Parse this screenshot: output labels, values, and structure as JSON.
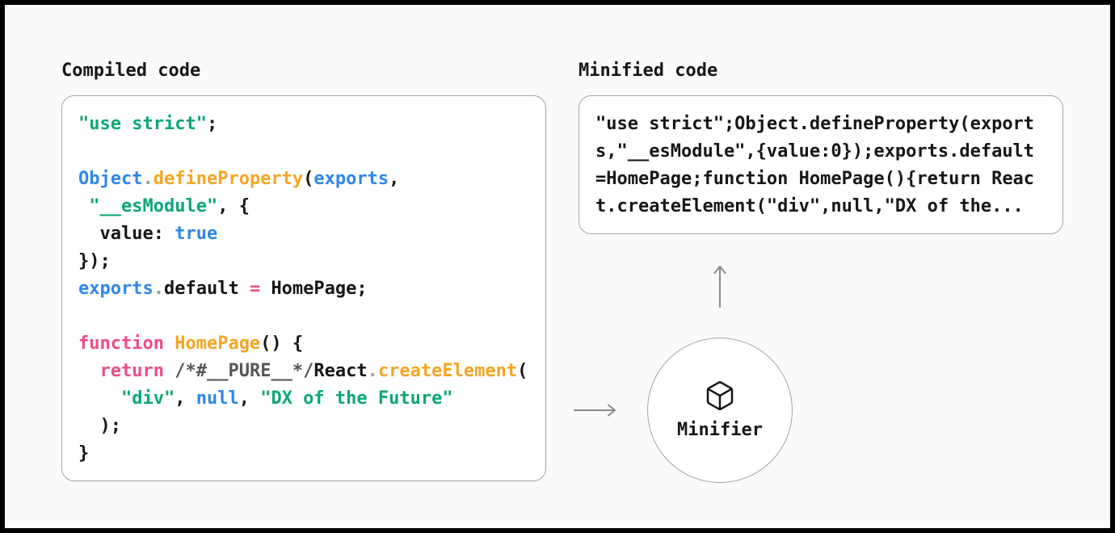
{
  "palette": {
    "background": "#fafafa",
    "frame": "#000000",
    "box_border": "#a3a3a3",
    "text": "#161616",
    "arrow": "#8a8a8a",
    "token_string": "#0ca678",
    "token_identifier": "#2f86eb",
    "token_function": "#f5a623",
    "token_keyword": "#ed4c84",
    "token_comment": "#565656",
    "token_dot": "#9e9e9e"
  },
  "left": {
    "label": "Compiled code",
    "code_lines": [
      {
        "tokens": [
          {
            "t": "\"use strict\"",
            "c": "string"
          },
          {
            "t": ";",
            "c": "plain"
          }
        ]
      },
      {
        "tokens": []
      },
      {
        "tokens": [
          {
            "t": "Object",
            "c": "blue"
          },
          {
            "t": ".",
            "c": "dot"
          },
          {
            "t": "defineProperty",
            "c": "orange"
          },
          {
            "t": "(",
            "c": "plain"
          },
          {
            "t": "exports",
            "c": "blue"
          },
          {
            "t": ",",
            "c": "plain"
          }
        ]
      },
      {
        "tokens": [
          {
            "t": " ",
            "c": "plain"
          },
          {
            "t": "\"__esModule\"",
            "c": "string"
          },
          {
            "t": ", {",
            "c": "plain"
          }
        ]
      },
      {
        "tokens": [
          {
            "t": "  value: ",
            "c": "plain"
          },
          {
            "t": "true",
            "c": "blue"
          }
        ]
      },
      {
        "tokens": [
          {
            "t": "});",
            "c": "plain"
          }
        ]
      },
      {
        "tokens": [
          {
            "t": "exports",
            "c": "blue"
          },
          {
            "t": ".",
            "c": "dot"
          },
          {
            "t": "default ",
            "c": "plain"
          },
          {
            "t": "= ",
            "c": "pink"
          },
          {
            "t": "HomePage;",
            "c": "plain"
          }
        ]
      },
      {
        "tokens": []
      },
      {
        "tokens": [
          {
            "t": "function",
            "c": "pink"
          },
          {
            "t": " ",
            "c": "plain"
          },
          {
            "t": "HomePage",
            "c": "orange"
          },
          {
            "t": "() {",
            "c": "plain"
          }
        ]
      },
      {
        "tokens": [
          {
            "t": "  ",
            "c": "plain"
          },
          {
            "t": "return",
            "c": "pink"
          },
          {
            "t": " ",
            "c": "plain"
          },
          {
            "t": "/*#__PURE__*/",
            "c": "comment"
          },
          {
            "t": "React",
            "c": "plain"
          },
          {
            "t": ".",
            "c": "dot"
          },
          {
            "t": "createElement",
            "c": "orange"
          },
          {
            "t": "(",
            "c": "plain"
          }
        ]
      },
      {
        "tokens": [
          {
            "t": "    ",
            "c": "plain"
          },
          {
            "t": "\"div\"",
            "c": "string"
          },
          {
            "t": ", ",
            "c": "plain"
          },
          {
            "t": "null",
            "c": "blue"
          },
          {
            "t": ", ",
            "c": "plain"
          },
          {
            "t": "\"DX of the Future\"",
            "c": "string"
          }
        ]
      },
      {
        "tokens": [
          {
            "t": "  );",
            "c": "plain"
          }
        ]
      },
      {
        "tokens": [
          {
            "t": "}",
            "c": "plain"
          }
        ]
      }
    ]
  },
  "right": {
    "label": "Minified code",
    "code_lines": [
      "\"use strict\";Object.defineProperty(export",
      "s,\"__esModule\",{value:0});exports.default",
      "=HomePage;function HomePage(){return Reac",
      "t.createElement(\"div\",null,\"DX of the..."
    ]
  },
  "minifier": {
    "label": "Minifier",
    "icon": "cube-icon"
  }
}
